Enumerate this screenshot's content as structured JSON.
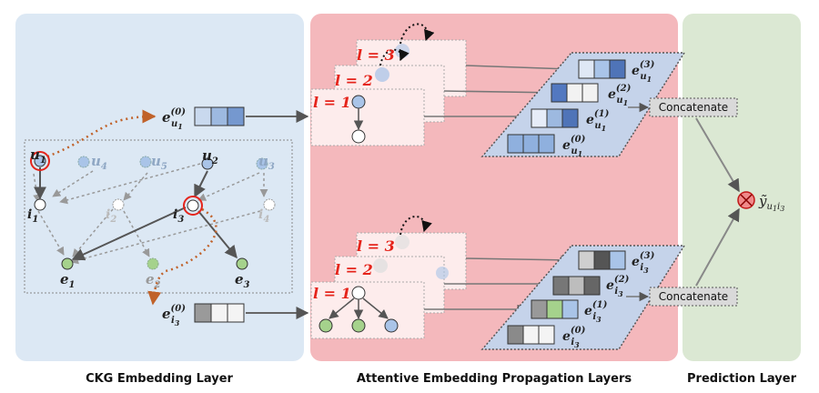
{
  "panels": {
    "ckg_title": "CKG Embedding Layer",
    "propagation_title": "Attentive Embedding Propagation Layers",
    "prediction_title": "Prediction Layer"
  },
  "colors": {
    "ckg_bg": "#dce8f4",
    "propagation_bg": "#f4b8bc",
    "prediction_bg": "#dbe8d3",
    "highlight_red": "#e5241b",
    "user_blue": "#a9c4e8",
    "entity_green": "#a5d28c",
    "concat_box": "#d9d9d9"
  },
  "ckg": {
    "users": [
      "u",
      "u",
      "u",
      "u",
      "u"
    ],
    "user_subs": [
      "1",
      "4",
      "5",
      "2",
      "3"
    ],
    "items": [
      "i",
      "i",
      "i",
      "i"
    ],
    "item_subs": [
      "1",
      "2",
      "3",
      "4"
    ],
    "entities": [
      "e",
      "e",
      "e"
    ],
    "entity_subs": [
      "1",
      "2",
      "3"
    ]
  },
  "embeddings": {
    "user_embedding": {
      "base": "e",
      "sup": "(0)",
      "sub": "u",
      "subsub": "1"
    },
    "item_embedding": {
      "base": "e",
      "sup": "(0)",
      "sub": "i",
      "subsub": "3"
    }
  },
  "propagation": {
    "layer_labels": [
      "l = 3",
      "l = 2",
      "l = 1"
    ],
    "user_stack": [
      {
        "base": "e",
        "sup": "(3)",
        "sub": "u",
        "subsub": "1"
      },
      {
        "base": "e",
        "sup": "(2)",
        "sub": "u",
        "subsub": "1"
      },
      {
        "base": "e",
        "sup": "(1)",
        "sub": "u",
        "subsub": "1"
      },
      {
        "base": "e",
        "sup": "(0)",
        "sub": "u",
        "subsub": "1"
      }
    ],
    "item_stack": [
      {
        "base": "e",
        "sup": "(3)",
        "sub": "i",
        "subsub": "3"
      },
      {
        "base": "e",
        "sup": "(2)",
        "sub": "i",
        "subsub": "3"
      },
      {
        "base": "e",
        "sup": "(1)",
        "sub": "i",
        "subsub": "3"
      },
      {
        "base": "e",
        "sup": "(0)",
        "sub": "i",
        "subsub": "3"
      }
    ]
  },
  "concat_label": "Concatenate",
  "prediction": {
    "operator": "⊗",
    "output": {
      "base": "ỹ",
      "sub1": "u",
      "sub1sub": "1",
      "sub2": "i",
      "sub2sub": "3"
    }
  }
}
